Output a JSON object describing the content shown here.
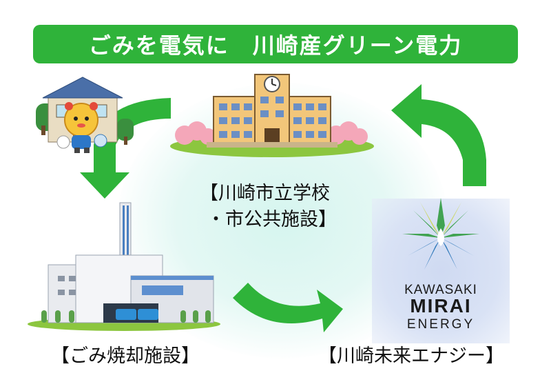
{
  "banner": {
    "text": "ごみを電気に　川崎産グリーン電力"
  },
  "labels": {
    "school_line1": "【川崎市立学校",
    "school_line2": "・市公共施設】",
    "incinerator": "【ごみ焼却施設】",
    "energy_company": "【川崎未来エナジー】"
  },
  "logo": {
    "line1": "KAWASAKI",
    "line2": "MIRAI",
    "line3": "ENERGY"
  },
  "colors": {
    "accent": "#2fb33a",
    "arrow": "#2fb33a",
    "logo_green": "#3aa04a",
    "logo_blue": "#1f6fb5"
  }
}
